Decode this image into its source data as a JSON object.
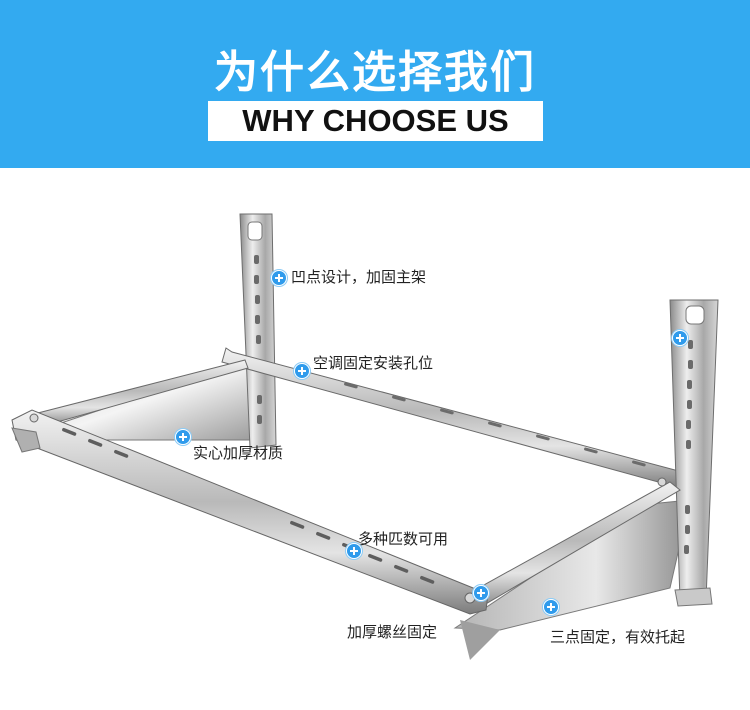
{
  "banner": {
    "title": "为什么选择我们",
    "subtitle": "WHY CHOOSE US",
    "bg_color": "#33aaf0"
  },
  "callouts": [
    {
      "text": "凹点设计，加固主架",
      "icon": "plus-circle-icon"
    },
    {
      "text": "空调固定安装孔位",
      "icon": "plus-circle-icon"
    },
    {
      "text": "实心加厚材质",
      "icon": "plus-circle-icon"
    },
    {
      "text": "多种匹数可用",
      "icon": "plus-circle-icon"
    },
    {
      "text": "加厚螺丝固定",
      "icon": "plus-circle-icon"
    },
    {
      "text": "三点固定，有效托起",
      "icon": "plus-circle-icon"
    }
  ]
}
